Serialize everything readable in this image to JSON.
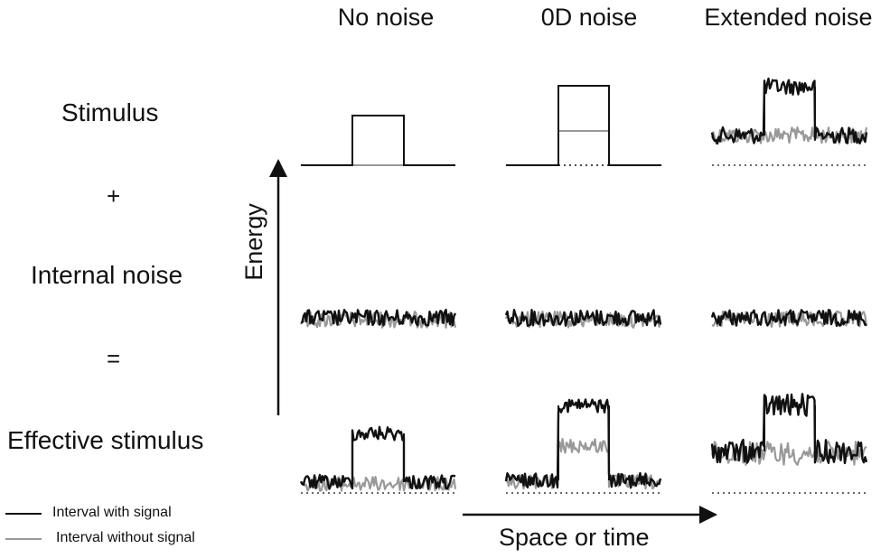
{
  "columns": [
    "No noise",
    "0D noise",
    "Extended noise"
  ],
  "rows": {
    "stimulus": "Stimulus",
    "plus": "+",
    "internal_noise": "Internal noise",
    "equals": "=",
    "effective_stimulus": "Effective stimulus"
  },
  "axes": {
    "y_label": "Energy",
    "x_label": "Space or time"
  },
  "legend": [
    {
      "label": "Interval with signal",
      "color": "#111111"
    },
    {
      "label": "Interval without signal",
      "color": "#999999"
    }
  ],
  "colors": {
    "signal": "#111111",
    "no_signal": "#999999",
    "axis": "#111111"
  }
}
